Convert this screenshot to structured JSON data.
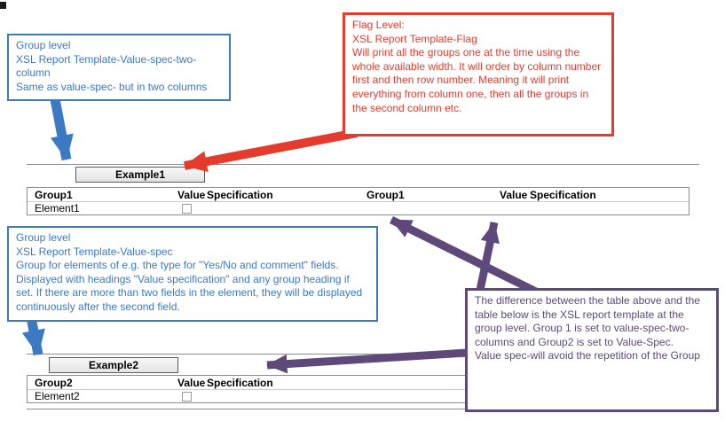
{
  "callouts": {
    "two_column": {
      "title": "Group level",
      "line2": "XSL Report Template-Value-spec-two-column",
      "line3": "Same as value-spec- but in two columns"
    },
    "flag": {
      "title": "Flag Level:",
      "line2": "XSL Report Template-Flag",
      "body": "Will print all the groups one at the time using the whole available width. It will order by column number first and then row number. Meaning it will print everything from column one, then all the groups in the second column etc."
    },
    "value_spec": {
      "title": "Group level",
      "line2": "XSL Report Template-Value-spec",
      "line3": "Group for elements of e.g. the type for \"Yes/No and comment\" fields.",
      "line4": "Displayed with headings \"Value specification\" and any group heading if set. If there are more than two fields in the element, they will be displayed continuously after the second field."
    },
    "difference": {
      "body": "The difference between the table above and the table below is the XSL report template at the group level. Group 1 is set to value-spec-two-columns and Group2 is set to Value-Spec.",
      "body2": "Value spec-will avoid the repetition of the Group"
    }
  },
  "tables": {
    "example1": {
      "title": "Example1",
      "group_a": "Group1",
      "value_a": "Value",
      "spec_a": "Specification",
      "group_b": "Group1",
      "value_b": "Value",
      "spec_b": "Specification",
      "element": "Element1"
    },
    "example2": {
      "title": "Example2",
      "group_a": "Group2",
      "value_a": "Value",
      "spec_a": "Specification",
      "element": "Element2"
    }
  },
  "colors": {
    "blue": "#3b79c3",
    "red": "#e43b2c",
    "purple": "#5f497a",
    "line_gray": "#8c8c8c"
  }
}
